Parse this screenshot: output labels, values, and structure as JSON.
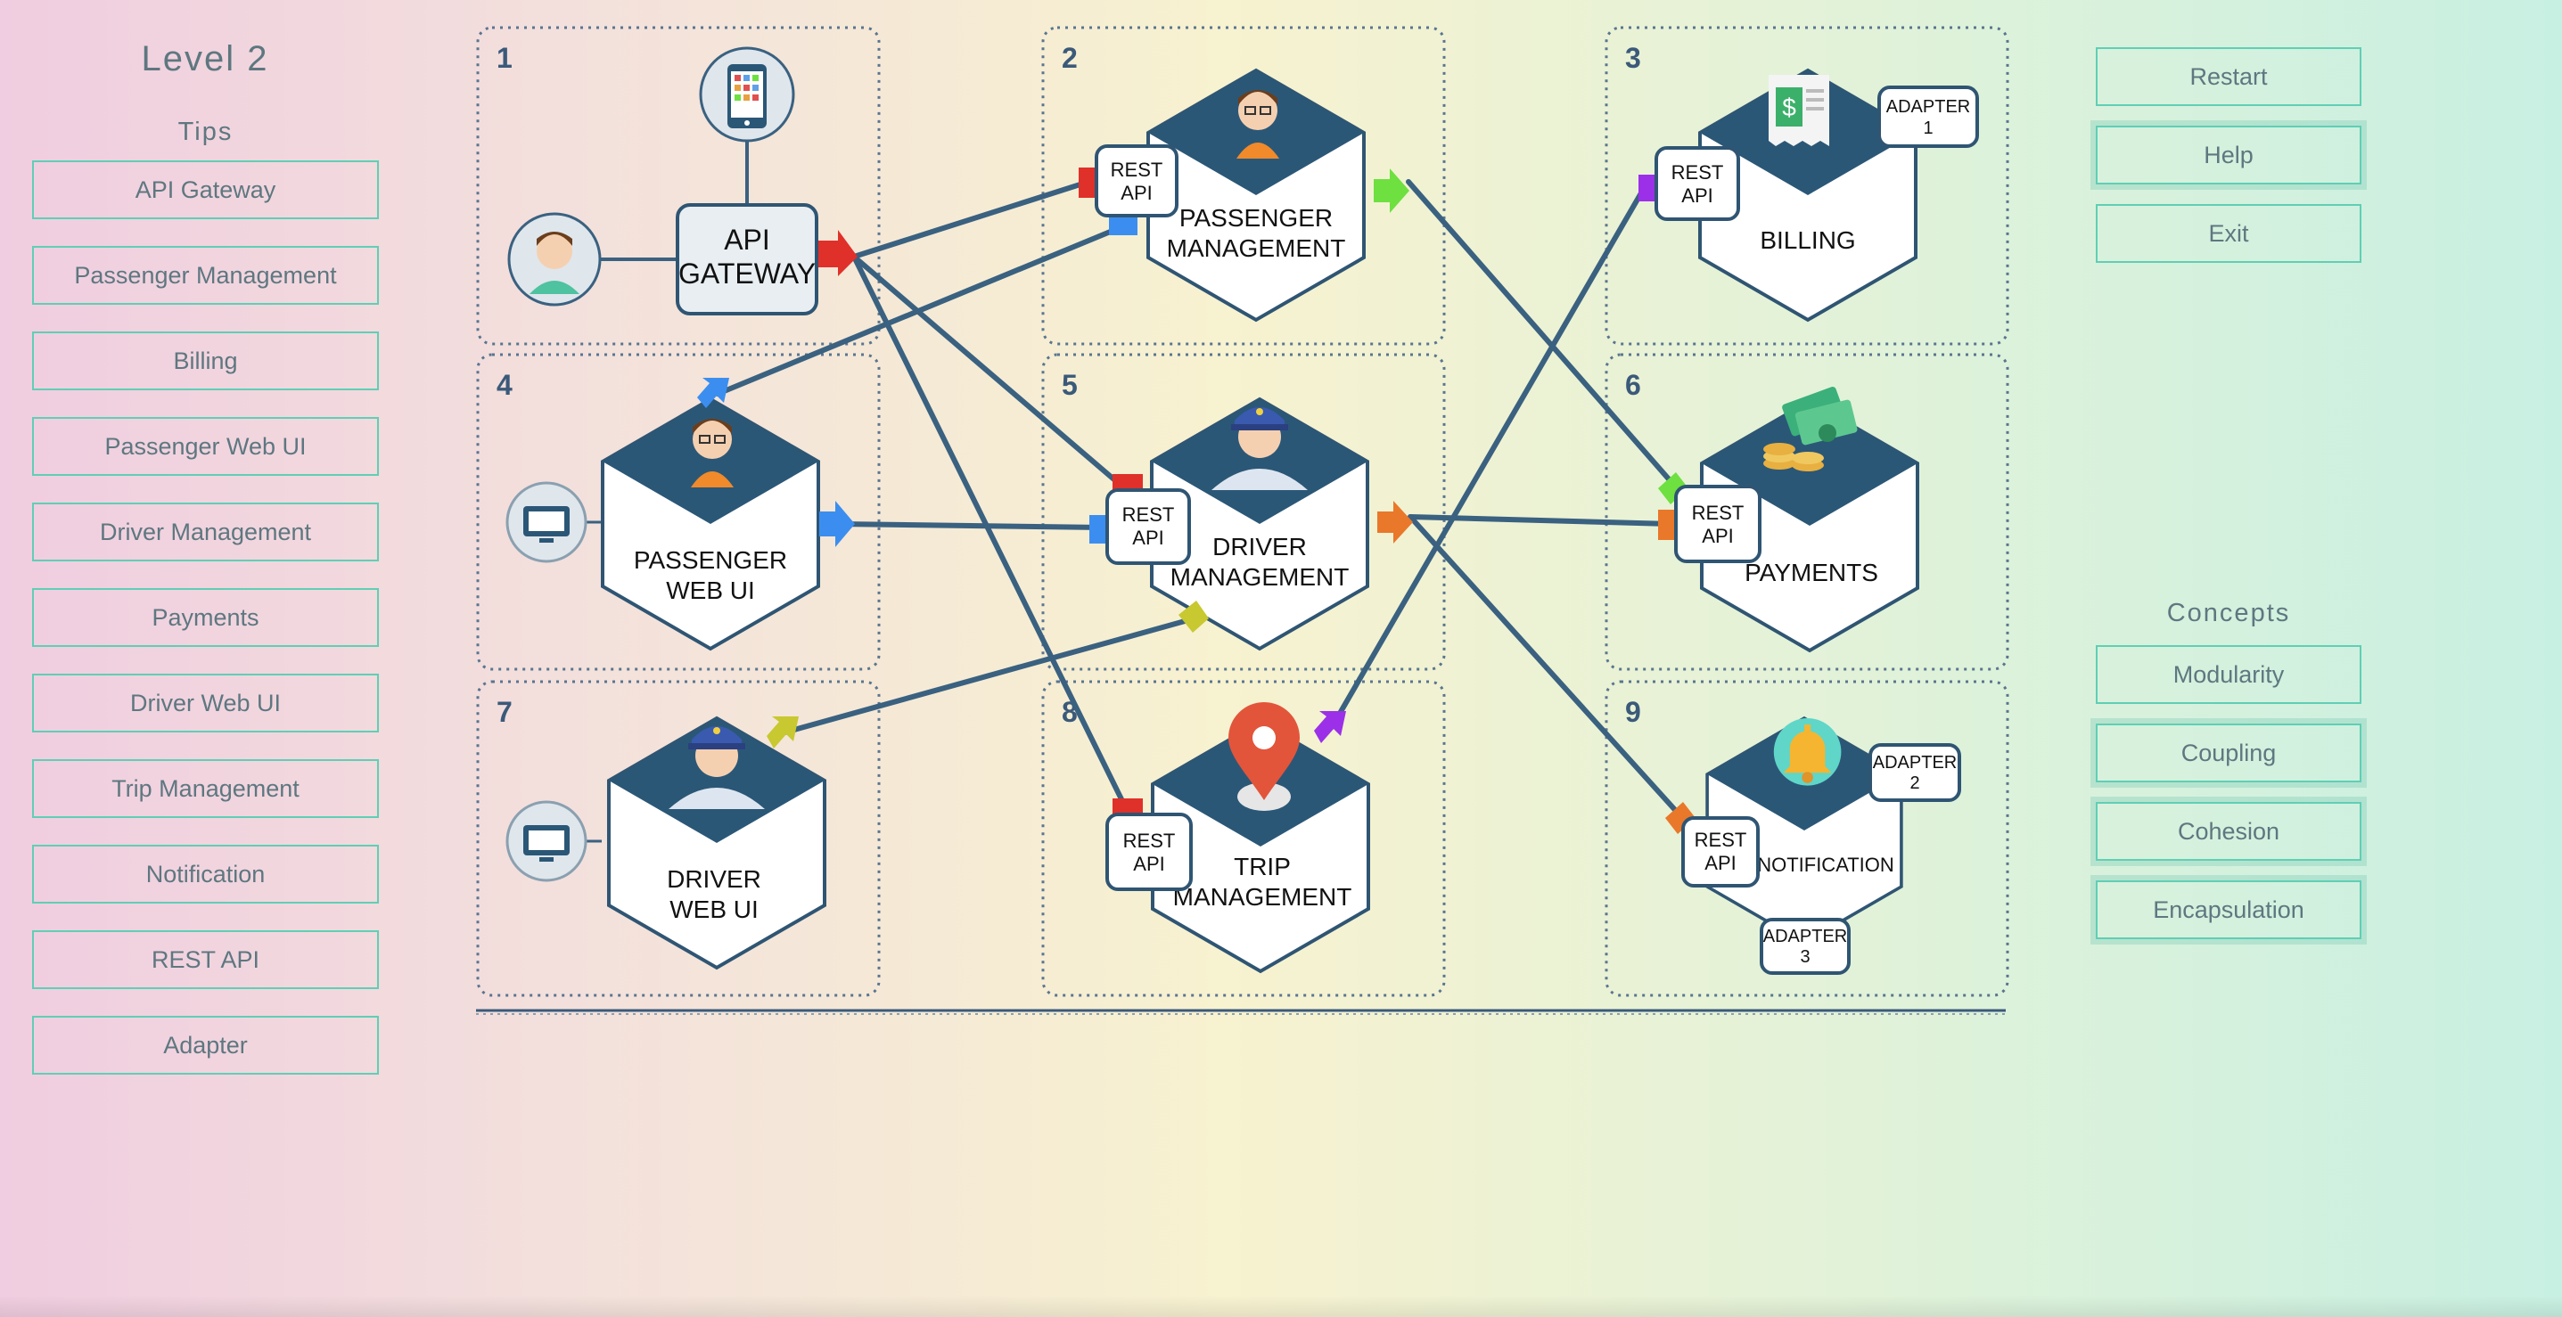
{
  "level": {
    "title": "Level 2"
  },
  "tips": {
    "title": "Tips",
    "items": [
      "API Gateway",
      "Passenger Management",
      "Billing",
      "Passenger Web UI",
      "Driver Management",
      "Payments",
      "Driver Web UI",
      "Trip Management",
      "Notification",
      "REST API",
      "Adapter"
    ]
  },
  "controls": {
    "restart": "Restart",
    "help": "Help",
    "exit": "Exit"
  },
  "concepts": {
    "title": "Concepts",
    "items": [
      "Modularity",
      "Coupling",
      "Cohesion",
      "Encapsulation"
    ]
  },
  "board": {
    "cell_numbers": [
      "1",
      "2",
      "3",
      "4",
      "5",
      "6",
      "7",
      "8",
      "9"
    ],
    "api_gateway": {
      "line1": "API",
      "line2": "GATEWAY"
    },
    "passenger_management": {
      "line1": "PASSENGER",
      "line2": "MANAGEMENT"
    },
    "billing": {
      "line1": "BILLING"
    },
    "passenger_web_ui": {
      "line1": "PASSENGER",
      "line2": "WEB UI"
    },
    "driver_management": {
      "line1": "DRIVER",
      "line2": "MANAGEMENT"
    },
    "payments": {
      "line1": "PAYMENTS"
    },
    "driver_web_ui": {
      "line1": "DRIVER",
      "line2": "WEB UI"
    },
    "trip_management": {
      "line1": "TRIP",
      "line2": "MANAGEMENT"
    },
    "notification": {
      "line1": "NOTIFICATION"
    },
    "rest_api": {
      "line1": "REST",
      "line2": "API"
    },
    "adapter1": {
      "line1": "ADAPTER",
      "line2": "1"
    },
    "adapter2": {
      "line1": "ADAPTER",
      "line2": "2"
    },
    "adapter3": {
      "line1": "ADAPTER",
      "line2": "3"
    }
  },
  "colors": {
    "hex_top": "#2b5777",
    "outline": "#2f5573",
    "connector": "#3a6180",
    "button_border": "#5fcfb5",
    "text_muted": "#5e7780",
    "port_red": "#e0302a",
    "port_blue": "#3b8ef0",
    "port_green": "#6ee040",
    "port_purple": "#9b30e8",
    "port_orange": "#e9782a",
    "port_yellow": "#c8c830"
  }
}
